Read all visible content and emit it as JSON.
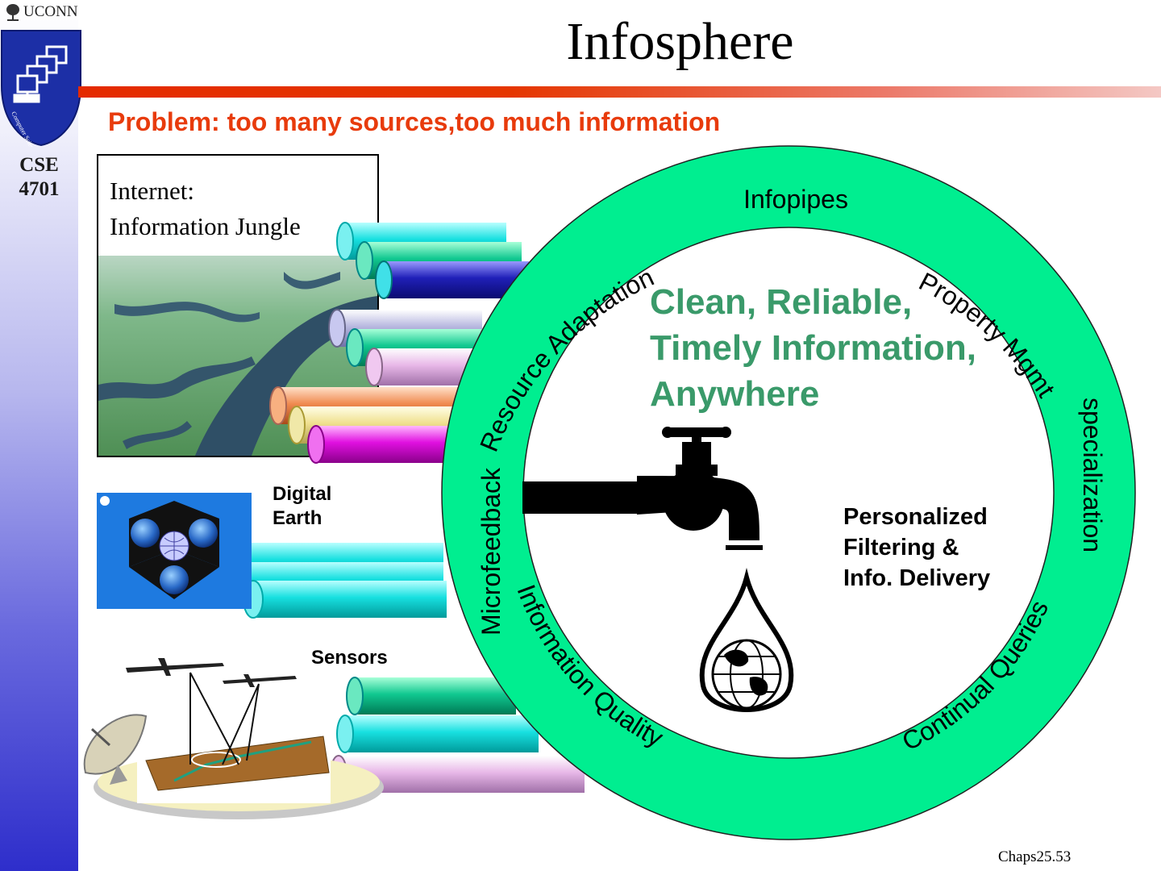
{
  "header": {
    "institution": "UCONN",
    "seal_text": "Computer Science and Engineering",
    "course_code": "CSE\n4701",
    "title": "Infosphere"
  },
  "problem": "Problem: too many sources,too much information",
  "sources": {
    "internet_caption": "Internet:\nInformation Jungle",
    "digital_earth": "Digital\nEarth",
    "sensors": "Sensors"
  },
  "ring": {
    "top": "Infopipes",
    "upper_left": "Resource Adaptation",
    "upper_right": "Property Mgmt",
    "right": "specialization",
    "left": "Microfeedback",
    "bottom_left": "Information Quality",
    "bottom_right": "Continual Queries"
  },
  "center_message": "Clean, Reliable,\nTimely Information,\nAnywhere",
  "filtering_label": "Personalized\nFiltering &\nInfo. Delivery",
  "footer": {
    "slide_number": "Chaps25.53"
  },
  "colors": {
    "title_rule": "#e42a00",
    "problem_text": "#e83b0c",
    "ring_fill": "#00e58a",
    "center_text": "#3a9a6a",
    "sidebar_bottom": "#2e2ecb"
  },
  "icons": [
    "uconn-oak-icon",
    "cse-computers-seal",
    "faucet-icon",
    "globe-droplet-icon",
    "satellite-dish-icon",
    "airplane-icon"
  ]
}
